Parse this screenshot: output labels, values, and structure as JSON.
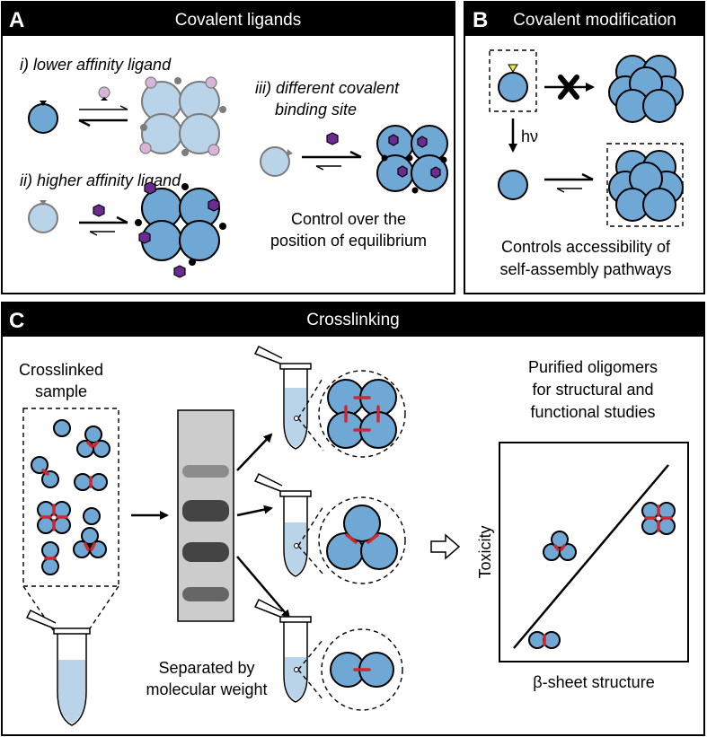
{
  "panel_a": {
    "letter": "A",
    "title": "Covalent ligands",
    "i_label": "i) lower affinity ligand",
    "ii_label": "ii) higher affinity ligand",
    "iii_label_line1": "iii) different covalent",
    "iii_label_line2": "binding site",
    "control_line1": "Control over the",
    "control_line2": "position of equilibrium"
  },
  "panel_b": {
    "letter": "B",
    "title": "Covalent modification",
    "hv": "hν",
    "caption_line1": "Controls accessibility of",
    "caption_line2": "self-assembly pathways"
  },
  "panel_c": {
    "letter": "C",
    "title": "Crosslinking",
    "sample_line1": "Crosslinked",
    "sample_line2": "sample",
    "separated_line1": "Separated by",
    "separated_line2": "molecular weight",
    "purified_line1": "Purified oligomers",
    "purified_line2": "for structural and",
    "purified_line3": "functional studies",
    "y_axis": "Toxicity",
    "x_axis": "β-sheet structure"
  },
  "colors": {
    "protein": "#6fa8d4",
    "protein_light": "#b9d3e8",
    "crosslink": "#d0262e",
    "ligand": "#6a2c91",
    "ligand_light": "#d9b4d9",
    "photocage": "#f2e33c"
  }
}
